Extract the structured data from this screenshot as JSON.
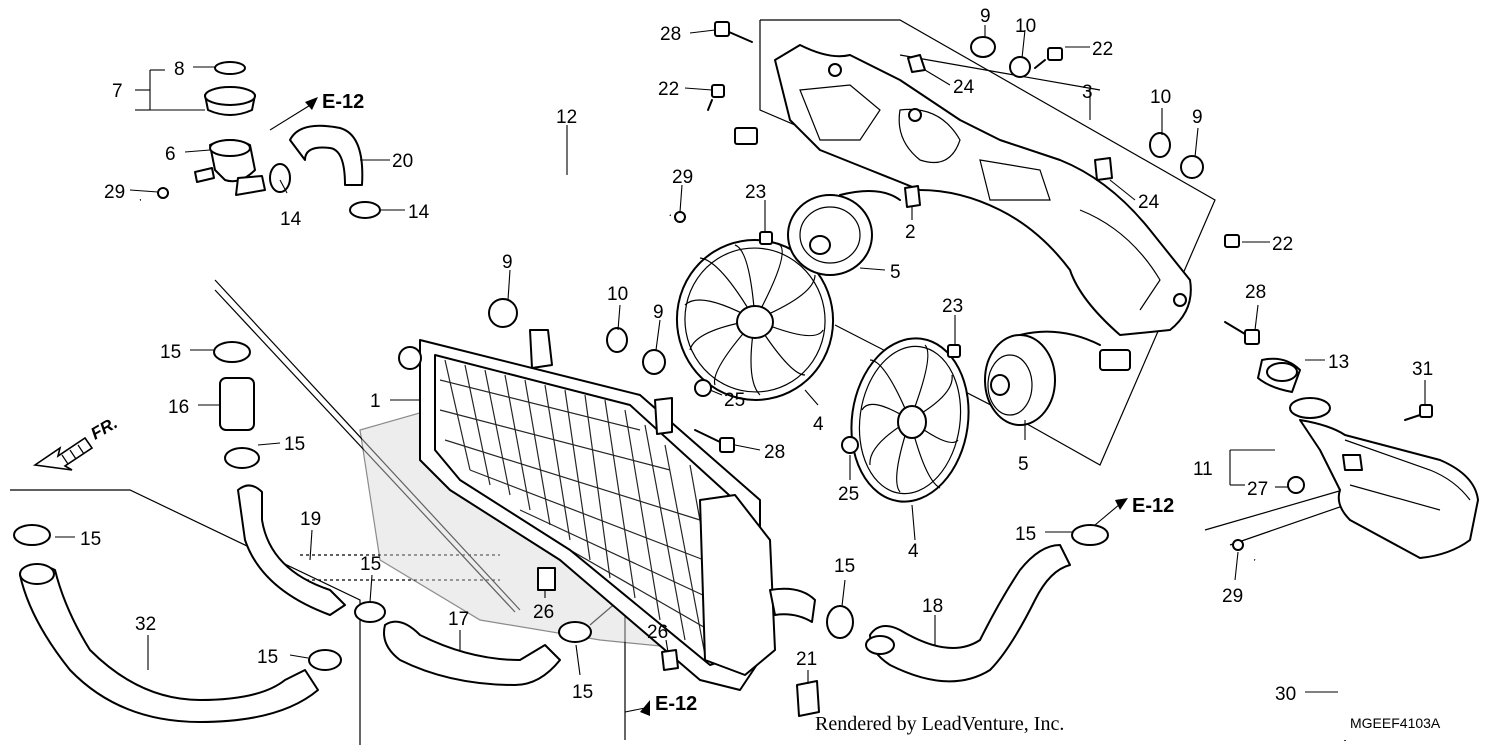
{
  "diagram": {
    "credit": "Rendered by LeadVenture, Inc.",
    "diagram_code": "MGEEF4103A",
    "direction_label": "FR.",
    "references": [
      "E-12",
      "E-12",
      "E-12"
    ],
    "callouts": [
      "7",
      "8",
      "6",
      "29",
      "14",
      "20",
      "14",
      "12",
      "29",
      "28",
      "22",
      "9",
      "10",
      "22",
      "24",
      "3",
      "10",
      "9",
      "24",
      "23",
      "2",
      "22",
      "5",
      "9",
      "10",
      "9",
      "15",
      "16",
      "15",
      "1",
      "25",
      "28",
      "4",
      "23",
      "28",
      "13",
      "31",
      "5",
      "11",
      "27",
      "25",
      "4",
      "15",
      "19",
      "15",
      "32",
      "15",
      "26",
      "17",
      "15",
      "15",
      "26",
      "21",
      "18",
      "15",
      "29",
      "30"
    ]
  }
}
